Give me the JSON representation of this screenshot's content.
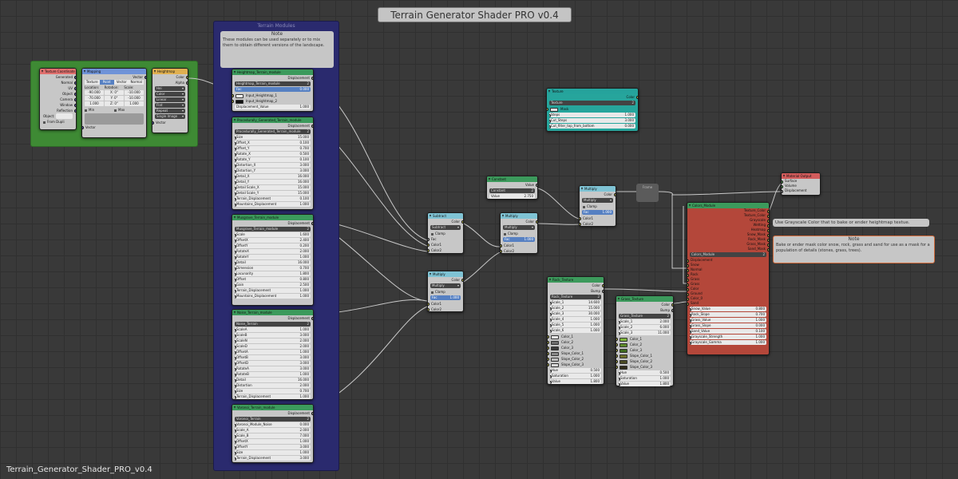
{
  "title": "Terrain Generator Shader PRO v0.4",
  "filename": "Terrain_Generator_Shader_PRO_v0.4",
  "terrain_frame": {
    "label": "Terrain Modules",
    "note_title": "Note",
    "note_body": "These modules can be used separately or to mix them to obtain different versions of the landscape."
  },
  "note_bake": "Use Grayscale Color that to bake or ender heightmap textue.",
  "note_mask": {
    "title": "Note",
    "body": "Bake or ender mask color snow, rock, grass and sand for use as a mask for a population of details (stones, grass, trees)."
  },
  "reroute_label": "Frame",
  "colors": {
    "background": "#393939",
    "frame_terrain": "#2a2a6e",
    "frame_input": "#3e8a34",
    "wire": "#c8c8c8"
  },
  "nodes": {
    "tex_coord": {
      "title": "Texture Coordinate",
      "outputs": [
        "Generated",
        "Normal",
        "UV",
        "Object",
        "Camera",
        "Window",
        "Reflection"
      ],
      "object_label": "Object:",
      "dupli_label": "From Dupli"
    },
    "mapping": {
      "title": "Mapping",
      "vector_label": "Vector",
      "tabs": [
        "Texture",
        "Point",
        "Vector",
        "Normal"
      ],
      "cols": [
        "Location:",
        "Rotation:",
        "Scale:"
      ],
      "rows": [
        [
          "-90.000",
          "X: 0°",
          "-10.000"
        ],
        [
          "-70.000",
          "Y: 0°",
          "-10.000"
        ],
        [
          "1.000",
          "Z: 0°",
          "1.000"
        ]
      ],
      "min_label": "Min",
      "max_label": "Max",
      "footer_label": "Vector"
    },
    "heightmap": {
      "title": "Heightmap",
      "outputs": [
        "Color",
        "Alpha"
      ],
      "image_value": "Hei",
      "options": [
        "Color",
        "Linear",
        "Flat",
        "Repeat",
        "Single Image"
      ],
      "footer_label": "Vector"
    },
    "heightmap_module": {
      "title": "Heightmap_Terrain_module",
      "out": "Displacement",
      "group_name": "Heightmap_Terrain_module",
      "users": "2",
      "fac_label": "Fac",
      "fac_value": "0.000",
      "inputs": [
        "Input_Heightmap_1",
        "Input_Heightmap_2"
      ],
      "disp_label": "Displacement_Value",
      "disp_value": "1.000"
    },
    "procedural_module": {
      "title": "Procedurally_Generated_Terrain_module",
      "out": "Displacement",
      "group_name": "Procedurally_Generated_Terrain_module",
      "users": "2",
      "params": [
        {
          "k": "Size",
          "v": "15.000"
        },
        {
          "k": "Offset_X",
          "v": "0.100"
        },
        {
          "k": "Offset_Y",
          "v": "0.700"
        },
        {
          "k": "Rotate_X",
          "v": "0.500"
        },
        {
          "k": "Rotate_Y",
          "v": "0.100"
        },
        {
          "k": "Distortion_X",
          "v": "3.000"
        },
        {
          "k": "Distortion_Y",
          "v": "3.000"
        },
        {
          "k": "Detail_X",
          "v": "16.000"
        },
        {
          "k": "Detail_Y",
          "v": "16.000"
        },
        {
          "k": "Detail Scale_X",
          "v": "15.000"
        },
        {
          "k": "Detail Scale_Y",
          "v": "15.000"
        },
        {
          "k": "Terrain_Displacement",
          "v": "0.100"
        },
        {
          "k": "Mountains_Displacement",
          "v": "1.000"
        }
      ]
    },
    "musgrave_module": {
      "title": "Musgrave_Terrain_module",
      "out": "Displacement",
      "group_name": "Musgrave_Terrain_module",
      "users": "2",
      "params": [
        {
          "k": "Scale",
          "v": "1.600"
        },
        {
          "k": "OffsetX",
          "v": "2.400"
        },
        {
          "k": "OffsetY",
          "v": "0.200"
        },
        {
          "k": "RotateX",
          "v": "2.000"
        },
        {
          "k": "RotateY",
          "v": "1.000"
        },
        {
          "k": "Detail",
          "v": "16.000"
        },
        {
          "k": "Dimension",
          "v": "0.700"
        },
        {
          "k": "Lacunarity",
          "v": "1.800"
        },
        {
          "k": "Offset",
          "v": "0.800"
        },
        {
          "k": "Gain",
          "v": "2.500"
        },
        {
          "k": "Terrain_Displacement",
          "v": "1.000"
        },
        {
          "k": "Mountains_Displacement",
          "v": "1.000"
        }
      ]
    },
    "noise_module": {
      "title": "Noise_Terrain_module",
      "out": "Displacement",
      "group_name": "Noise_Terrain",
      "users": "2",
      "params": [
        {
          "k": "ScaleA",
          "v": "1.000"
        },
        {
          "k": "ScaleB",
          "v": "3.000"
        },
        {
          "k": "ScaleN",
          "v": "2.000"
        },
        {
          "k": "ScaleD",
          "v": "2.000"
        },
        {
          "k": "OffsetA",
          "v": "1.000"
        },
        {
          "k": "OffsetB",
          "v": "3.000"
        },
        {
          "k": "OffsetD",
          "v": "3.000"
        },
        {
          "k": "RotateA",
          "v": "3.000"
        },
        {
          "k": "RotateB",
          "v": "1.000"
        },
        {
          "k": "Detail",
          "v": "16.000"
        },
        {
          "k": "Distortion",
          "v": "2.000"
        },
        {
          "k": "Size",
          "v": "0.700"
        },
        {
          "k": "Terrain_Displacement",
          "v": "1.000"
        }
      ]
    },
    "voronoi_module": {
      "title": "Voronoi_Terrain_module",
      "out": "Displacement",
      "group_name": "Voronoi_Terrain",
      "users": "2",
      "params": [
        {
          "k": "Voronoi_Module_Noise",
          "v": "0.000"
        },
        {
          "k": "Scale_A",
          "v": "2.000"
        },
        {
          "k": "Scale_B",
          "v": "7.000"
        },
        {
          "k": "OffsetX",
          "v": "1.000"
        },
        {
          "k": "OffsetY",
          "v": "3.000"
        },
        {
          "k": "Size",
          "v": "1.000"
        },
        {
          "k": "Terrain_Displacement",
          "v": "3.000"
        }
      ]
    },
    "subtract": {
      "title": "Subtract",
      "out": "Color",
      "mode": "Subtract",
      "clamp": "Clamp",
      "inputs": [
        "Fac",
        "Color1",
        "Color2"
      ]
    },
    "multiply_a": {
      "title": "Multiply",
      "out": "Color",
      "mode": "Multiply",
      "clamp": "Clamp",
      "fac_label": "Fac",
      "fac_value": "1.000",
      "inputs": [
        "Color1",
        "Color2"
      ]
    },
    "multiply_b": {
      "title": "Multiply",
      "out": "Color",
      "mode": "Multiply",
      "clamp": "Clamp",
      "fac_label": "Fac",
      "fac_value": "1.000",
      "inputs": [
        "Color1",
        "Color2"
      ]
    },
    "multiply_c": {
      "title": "Multiply",
      "out": "Color",
      "mode": "Multiply",
      "clamp": "Clamp",
      "fac_label": "Fac",
      "fac_value": "1.000",
      "inputs": [
        "Color1",
        "Color2"
      ]
    },
    "constant": {
      "title": "Constant",
      "out": "Value",
      "group_name": "Constant",
      "users": "2",
      "value_label": "Value",
      "value": "2.750"
    },
    "texture": {
      "title": "Texture",
      "out": "Color",
      "group_name": "Texture",
      "users": "2",
      "mask_label": "Mask",
      "params": [
        {
          "k": "Steps",
          "v": "1.000"
        },
        {
          "k": "Cut_Steps",
          "v": "3.000"
        },
        {
          "k": "Cut_filter_top_from_bottom",
          "v": "0.000"
        }
      ]
    },
    "material_output": {
      "title": "Material Output",
      "inputs": [
        "Surface",
        "Volume",
        "Displacement"
      ]
    },
    "colors_module": {
      "title": "Colors_Module",
      "outputs": [
        "Texture_Color",
        "Texture_Color",
        "Grayscale",
        "Wetting",
        "Heatmap",
        "Snow_Mask",
        "Rock_Mask",
        "Grass_Mask",
        "Sand_Mask"
      ],
      "group_name": "Colors_Module",
      "users": "2",
      "inputs": [
        "Displacement",
        "Snow",
        "Normal",
        "Rock",
        "Grass",
        "Grass",
        "Color",
        "Ground",
        "Color_0",
        "Sand"
      ],
      "params": [
        {
          "k": "Snow_Value",
          "v": "0.800"
        },
        {
          "k": "Rock_Slope",
          "v": "0.700"
        },
        {
          "k": "Grass_Value",
          "v": "1.000"
        },
        {
          "k": "Grass_Slope",
          "v": "0.000"
        },
        {
          "k": "Sand_Value",
          "v": "0.100"
        },
        {
          "k": "Grayscale_Strength",
          "v": "1.000"
        },
        {
          "k": "Grayscale_Gamma",
          "v": "1.000"
        }
      ]
    },
    "rock_texture": {
      "title": "Rock_Texture",
      "outputs": [
        "Color",
        "Bump"
      ],
      "group_name": "Rock_Texture",
      "users": "2",
      "params": [
        {
          "k": "Scale_1",
          "v": "14.600"
        },
        {
          "k": "Scale_2",
          "v": "15.000"
        },
        {
          "k": "Scale_3",
          "v": "30.000"
        },
        {
          "k": "Scale_4",
          "v": "1.000"
        },
        {
          "k": "Scale_5",
          "v": "1.000"
        },
        {
          "k": "Scale_6",
          "v": "1.000"
        }
      ],
      "colors": [
        {
          "k": "Color_1",
          "c": "#e8e8e8"
        },
        {
          "k": "Color_2",
          "c": "#6e6e6e"
        },
        {
          "k": "Color_3",
          "c": "#3a3a3a"
        },
        {
          "k": "Slope_Color_1",
          "c": "#8a8a8a"
        },
        {
          "k": "Slope_Color_2",
          "c": "#bdbdbd"
        },
        {
          "k": "Slope_Color_3",
          "c": "#d8d8d8"
        }
      ],
      "hsv": [
        {
          "k": "Hue",
          "v": "0.500"
        },
        {
          "k": "Saturation",
          "v": "1.000"
        },
        {
          "k": "Value",
          "v": "1.800"
        }
      ]
    },
    "grass_texture": {
      "title": "Grass_Texture",
      "outputs": [
        "Color",
        "Bump"
      ],
      "group_name": "Grass_Texture",
      "users": "2",
      "params": [
        {
          "k": "Scale_1",
          "v": "2.000"
        },
        {
          "k": "Scale_2",
          "v": "6.000"
        },
        {
          "k": "Scale_3",
          "v": "11.000"
        }
      ],
      "colors": [
        {
          "k": "Color_1",
          "c": "#7db33a"
        },
        {
          "k": "Color_2",
          "c": "#5d8a2a"
        },
        {
          "k": "Color_3",
          "c": "#3e6a1e"
        },
        {
          "k": "Slope_Color_1",
          "c": "#6c6f28"
        },
        {
          "k": "Slope_Color_2",
          "c": "#4a4a22"
        },
        {
          "k": "Slope_Color_3",
          "c": "#2e2a18"
        }
      ],
      "hsv": [
        {
          "k": "Hue",
          "v": "0.500"
        },
        {
          "k": "Saturation",
          "v": "1.000"
        },
        {
          "k": "Value",
          "v": "1.800"
        }
      ]
    }
  }
}
